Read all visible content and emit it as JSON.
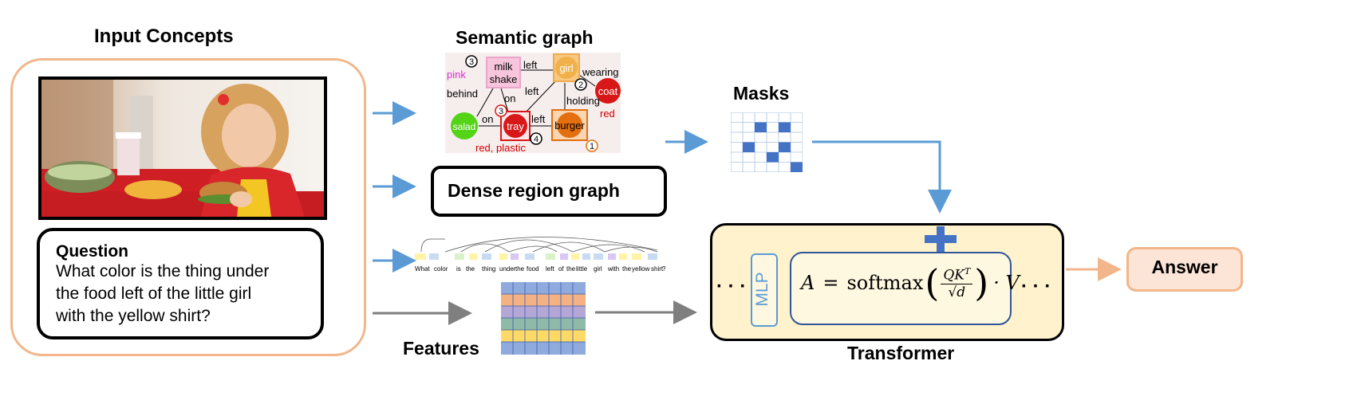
{
  "input": {
    "title": "Input Concepts",
    "question_heading": "Question",
    "question_lines": [
      "What color is the thing under",
      "the food left of the little girl",
      "with the yellow shirt?"
    ]
  },
  "semantic_graph": {
    "title": "Semantic graph",
    "nodes": {
      "milk_line1": "milk",
      "milk_line2": "shake",
      "girl": "girl",
      "coat": "coat",
      "salad": "salad",
      "tray": "tray",
      "burger": "burger"
    },
    "edges": {
      "left_top": "left",
      "left_mid": "left",
      "left_low": "left",
      "wearing": "wearing",
      "holding": "holding",
      "behind": "behind",
      "on_right": "on",
      "on_left": "on"
    },
    "attributes": {
      "pink": "pink",
      "red": "red",
      "red_plastic": "red, plastic"
    },
    "step_numbers": [
      "1",
      "2",
      "3",
      "3",
      "4"
    ],
    "colors": {
      "pink": "#e9a6c9",
      "orange": "#f0ab4c",
      "red": "#d81818",
      "green": "#53d417",
      "burger_orange": "#e36f0e",
      "attribute_red": "#d10000",
      "attribute_pink": "#e02bd0"
    }
  },
  "dense_graph": {
    "label": "Dense region graph"
  },
  "dependency": {
    "words": [
      "What",
      "color",
      "is",
      "the",
      "thing",
      "under",
      "the",
      "food",
      "left",
      "of",
      "the",
      "little",
      "girl",
      "with",
      "the",
      "yellow",
      "shirt",
      "?"
    ]
  },
  "masks": {
    "title": "Masks"
  },
  "features": {
    "title": "Features"
  },
  "transformer": {
    "title": "Transformer",
    "mlp": "MLP",
    "dots": "· · ·",
    "formula": {
      "lhs": "A",
      "eq": "=",
      "fn": "softmax",
      "num": "QK",
      "sup": "T",
      "den": "d",
      "rhs": "· V"
    }
  },
  "answer": {
    "label": "Answer"
  },
  "colors": {
    "frame_orange": "#f2b68a",
    "arrow_blue": "#5b9bd5",
    "arrow_gray": "#7f7f7f",
    "transformer_fill": "#fff2cc",
    "mask_blue": "#4472c4",
    "answer_fill": "#fce4d6"
  }
}
